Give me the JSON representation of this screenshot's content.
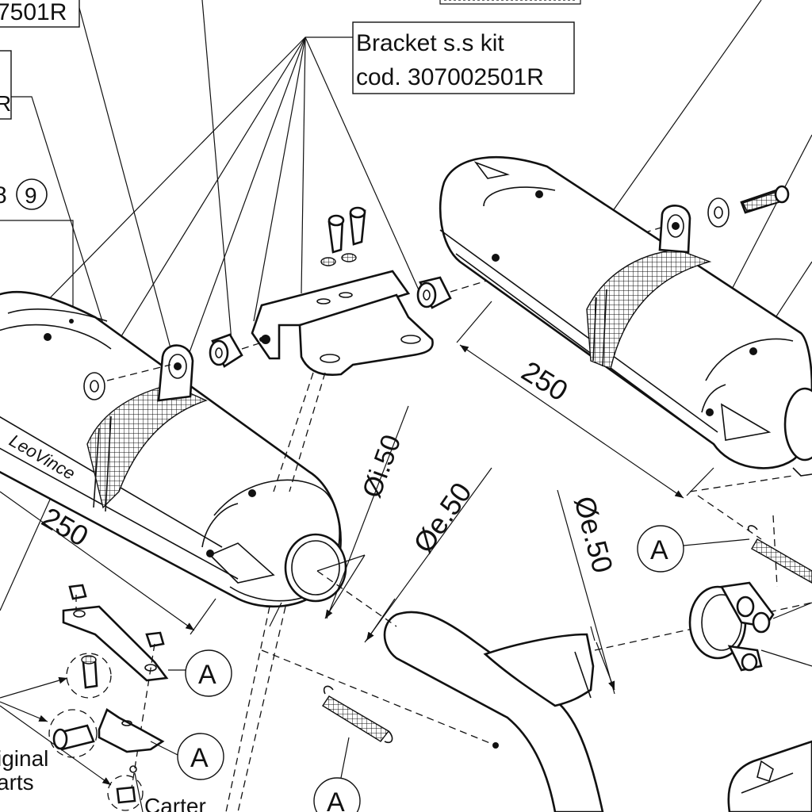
{
  "diagram": {
    "part_codes": {
      "top_left_code": "7501R",
      "left_edge_code": "R"
    },
    "callouts": {
      "ref_8": "8",
      "ref_9": "9"
    },
    "bracket_label": {
      "line1": "Bracket s.s kit",
      "line2": "cod. 307002501R"
    },
    "brand_script": "LeoVince",
    "dimensions": {
      "length_left": "250",
      "length_right": "250",
      "inner_diameter": "Øi.50",
      "outer_diameter_center": "Øe.50",
      "outer_diameter_right": "Øe.50"
    },
    "detail_marks": {
      "a1": "A",
      "a2": "A",
      "a3": "A",
      "a4": "A"
    },
    "side_labels": {
      "original_line1": "iginal",
      "original_line2": "arts",
      "carter": "Carter"
    }
  }
}
